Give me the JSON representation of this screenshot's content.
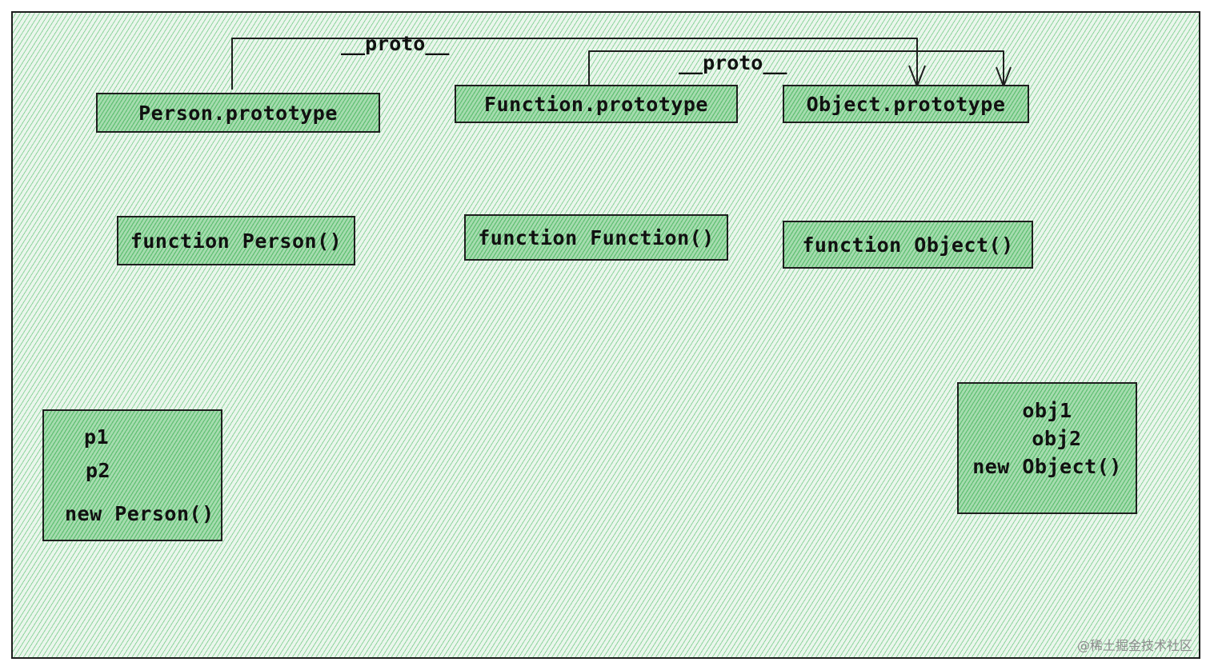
{
  "nodes": {
    "person_prototype": "Person.prototype",
    "function_prototype": "Function.prototype",
    "object_prototype": "Object.prototype",
    "function_person": "function Person()",
    "function_function": "function Function()",
    "function_object": "function Object()",
    "person_instances": {
      "line1": "p1",
      "line2": "p2",
      "line3": "new Person()"
    },
    "object_instances": {
      "line1": "obj1",
      "line2": "obj2",
      "line3": "new Object()"
    }
  },
  "edges": {
    "person_to_object_label": "__proto__",
    "function_to_object_label": "__proto__"
  },
  "watermark": "@稀土掘金技术社区",
  "colors": {
    "fill": "#a6dcaf",
    "hatch": "#5fbf72",
    "stroke": "#1e1e1e"
  }
}
